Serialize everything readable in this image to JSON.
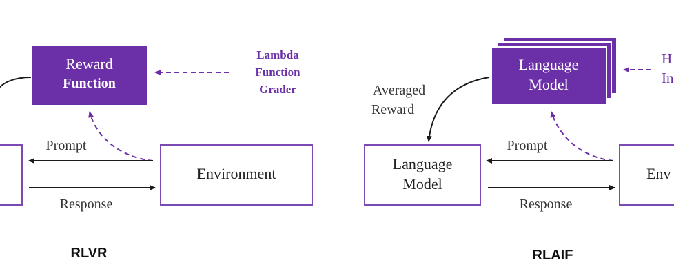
{
  "colors": {
    "purple": "#6b2fa8",
    "box_border": "#7b4bb3",
    "arrow": "#1a1a1a",
    "text": "#333333",
    "white": "#ffffff"
  },
  "left": {
    "reward_box": {
      "line1": "Reward",
      "line2": "Function"
    },
    "dashed_source_label": [
      "Lambda",
      "Function",
      "Grader"
    ],
    "prompt_label": "Prompt",
    "response_label": "Response",
    "environment_label": "Environment",
    "caption": "RLVR"
  },
  "right": {
    "lm_stack_box": {
      "line1": "Language",
      "line2": "Model"
    },
    "dashed_source_label": [
      "H",
      "In"
    ],
    "averaged_reward_label": [
      "Averaged",
      "Reward"
    ],
    "policy_box": {
      "line1": "Language",
      "line2": "Model"
    },
    "prompt_label": "Prompt",
    "response_label": "Response",
    "environment_label": "Env",
    "caption": "RLAIF"
  },
  "icons": {
    "arrow_head": "filled-triangle"
  }
}
